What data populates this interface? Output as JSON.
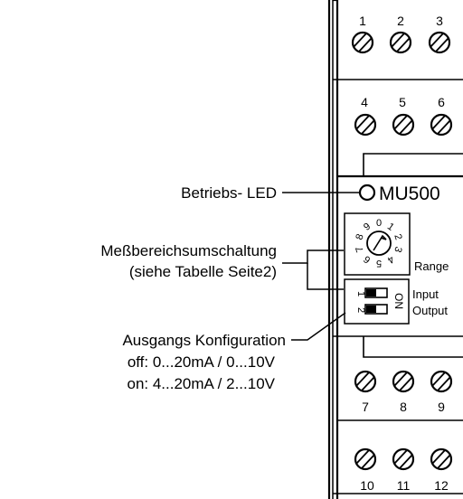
{
  "device": {
    "model": "MU500",
    "range_label": "Range",
    "input_label": "Input",
    "output_label": "Output",
    "dip_on_label": "ON",
    "dip_numbers": [
      "1",
      "2"
    ],
    "dial_digits": [
      "0",
      "1",
      "2",
      "3",
      "4",
      "5",
      "6",
      "7",
      "8",
      "9"
    ],
    "terminals_top_row1": [
      "1",
      "2",
      "3"
    ],
    "terminals_top_row2": [
      "4",
      "5",
      "6"
    ],
    "terminals_bottom_row1": [
      "7",
      "8",
      "9"
    ],
    "terminals_bottom_row2": [
      "10",
      "11",
      "12"
    ]
  },
  "callouts": {
    "led": "Betriebs- LED",
    "range_line1": "Meßbereichsumschaltung",
    "range_line2": "(siehe Tabelle Seite2)",
    "output_line1": "Ausgangs Konfiguration",
    "output_line2": "off: 0...20mA / 0...10V",
    "output_line3": "on: 4...20mA / 2...10V"
  }
}
